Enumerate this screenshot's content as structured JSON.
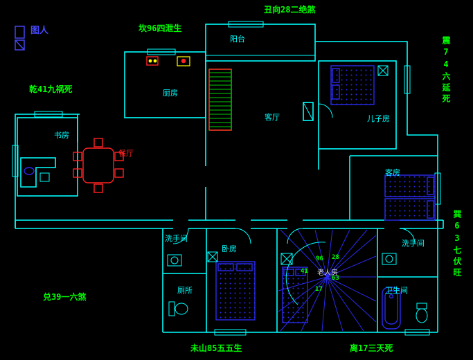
{
  "palette": {
    "bg": "#000000",
    "wall": "#00ffff",
    "green": "#00ff00",
    "green2": "#00d000",
    "blue": "#2a2aee",
    "blue2": "#4848ff",
    "red": "#ff2222",
    "yellow": "#ffff00",
    "white": "#d8d8d8"
  },
  "annotations": {
    "legend": "图人",
    "kan": "坎96四泄生",
    "chou": "丑向28二绝煞",
    "zhen": "震74六延死",
    "qian": "乾41九祸死",
    "xun": "巽63七伏旺",
    "dui": "兑39一六煞",
    "wei": "未山85五五生",
    "li": "离17三天死"
  },
  "rooms": {
    "balcony": "阳台",
    "kitchen": "厨房",
    "living": "客厅",
    "son": "儿子房",
    "guest": "客房",
    "study": "书房",
    "dining": "餐厅",
    "wash1": "洗手间",
    "bedroom": "卧房",
    "elder": "老人房",
    "wash2": "洗手间",
    "bath": "卫生间",
    "toilet": "厕所"
  },
  "stairs": {
    "numbers": [
      "96",
      "28",
      "41",
      "63",
      "17"
    ]
  }
}
